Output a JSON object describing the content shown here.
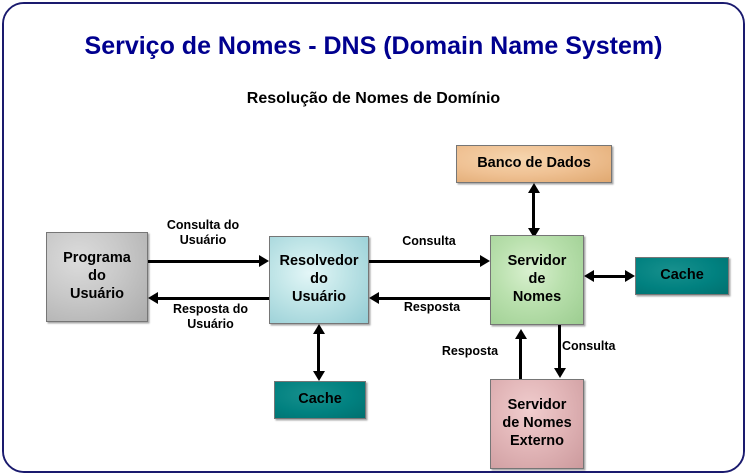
{
  "slide": {
    "title": "Serviço de Nomes -  DNS (Domain Name System)",
    "subtitle": "Resolução de Nomes de Domínio",
    "title_color": "#00008f",
    "background_color": "#ffffff",
    "frame_color": "#1a1a6e"
  },
  "nodes": {
    "programa": {
      "label": "Programa\ndo\nUsuário",
      "color": "#c8c8c8"
    },
    "resolvedor": {
      "label": "Resolvedor\ndo\nUsuário",
      "color": "#c2e6e8"
    },
    "servidor": {
      "label": "Servidor\nde\nNomes",
      "color": "#b9e0ad"
    },
    "banco": {
      "label": "Banco de Dados",
      "color": "#efc193"
    },
    "cache_right": {
      "label": "Cache",
      "color": "#018180"
    },
    "cache_bottom": {
      "label": "Cache",
      "color": "#018180"
    },
    "externo": {
      "label": "Servidor\nde Nomes\nExterno",
      "color": "#e2b6b8"
    }
  },
  "edges": {
    "consulta_usuario": "Consulta do\nUsuário",
    "resposta_usuario": "Resposta do\nUsuário",
    "consulta": "Consulta",
    "resposta": "Resposta",
    "consulta_externo": "Consulta",
    "resposta_externo": "Resposta"
  }
}
